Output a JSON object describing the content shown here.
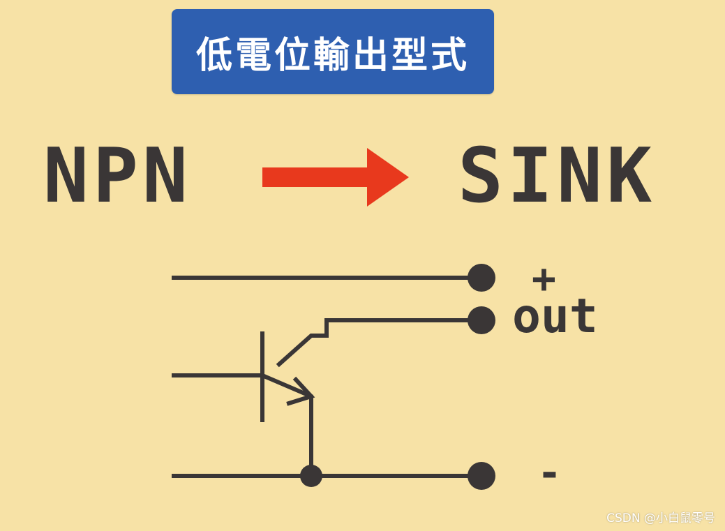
{
  "title": "低電位輸出型式",
  "left_label": "NPN",
  "right_label": "SINK",
  "terminals": {
    "plus": "+",
    "out": "out",
    "minus": "-"
  },
  "watermark": "CSDN @小白鼠零号",
  "colors": {
    "background": "#f7e2a6",
    "title_bg": "#2e5fb0",
    "title_text": "#ffffff",
    "text": "#3a3636",
    "arrow": "#e8391d",
    "wire": "#3a3636"
  },
  "icons": {
    "arrow": "right-arrow-icon"
  }
}
